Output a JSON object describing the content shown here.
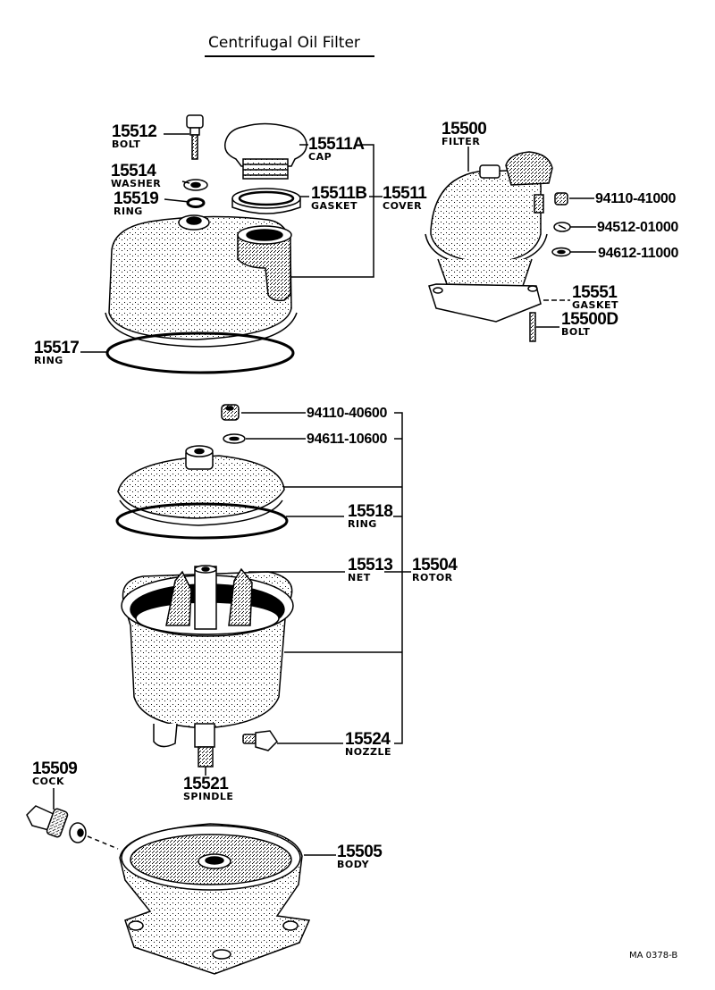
{
  "title": "Centrifugal Oil Filter",
  "drawing_code": "MA 0378-B",
  "parts": {
    "bolt_15512": {
      "number": "15512",
      "name": "BOLT"
    },
    "washer_15514": {
      "number": "15514",
      "name": "WASHER"
    },
    "ring_15519": {
      "number": "15519",
      "name": "RING"
    },
    "cap_15511a": {
      "number": "15511A",
      "name": "CAP"
    },
    "gasket_15511b": {
      "number": "15511B",
      "name": "GASKET"
    },
    "cover_15511": {
      "number": "15511",
      "name": "COVER"
    },
    "ring_15517": {
      "number": "15517",
      "name": "RING"
    },
    "filter_15500": {
      "number": "15500",
      "name": "FILTER"
    },
    "nut_94110_41000": {
      "number": "94110-41000"
    },
    "washer_94512_01000": {
      "number": "94512-01000"
    },
    "washer_94612_11000": {
      "number": "94612-11000"
    },
    "gasket_15551": {
      "number": "15551",
      "name": "GASKET"
    },
    "bolt_15500d": {
      "number": "15500D",
      "name": "BOLT"
    },
    "nut_94110_40600": {
      "number": "94110-40600"
    },
    "washer_94611_10600": {
      "number": "94611-10600"
    },
    "ring_15518": {
      "number": "15518",
      "name": "RING"
    },
    "net_15513": {
      "number": "15513",
      "name": "NET"
    },
    "rotor_15504": {
      "number": "15504",
      "name": "ROTOR"
    },
    "nozzle_15524": {
      "number": "15524",
      "name": "NOZZLE"
    },
    "cock_15509": {
      "number": "15509",
      "name": "COCK"
    },
    "spindle_15521": {
      "number": "15521",
      "name": "SPINDLE"
    },
    "body_15505": {
      "number": "15505",
      "name": "BODY"
    }
  }
}
